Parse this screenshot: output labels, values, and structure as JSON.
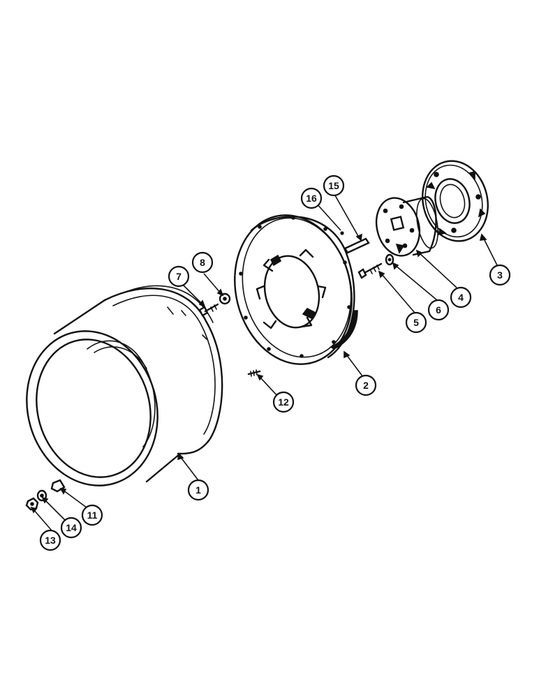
{
  "diagram": {
    "parts": [
      {
        "id": "rim",
        "callout": "1"
      },
      {
        "id": "wheel-disc",
        "callout": "2"
      },
      {
        "id": "hub-flange",
        "callout": "3"
      },
      {
        "id": "hub",
        "callout": "4"
      },
      {
        "id": "bolt-hub",
        "callout": "5"
      },
      {
        "id": "washer-hub",
        "callout": "6"
      },
      {
        "id": "bolt-rim",
        "callout": "7"
      },
      {
        "id": "washer-rim",
        "callout": "8"
      },
      {
        "id": "clamp",
        "callout": "11"
      },
      {
        "id": "stud",
        "callout": "12"
      },
      {
        "id": "nut",
        "callout": "13"
      },
      {
        "id": "lock-washer",
        "callout": "14"
      },
      {
        "id": "key",
        "callout": "15"
      },
      {
        "id": "pin",
        "callout": "16"
      }
    ]
  }
}
